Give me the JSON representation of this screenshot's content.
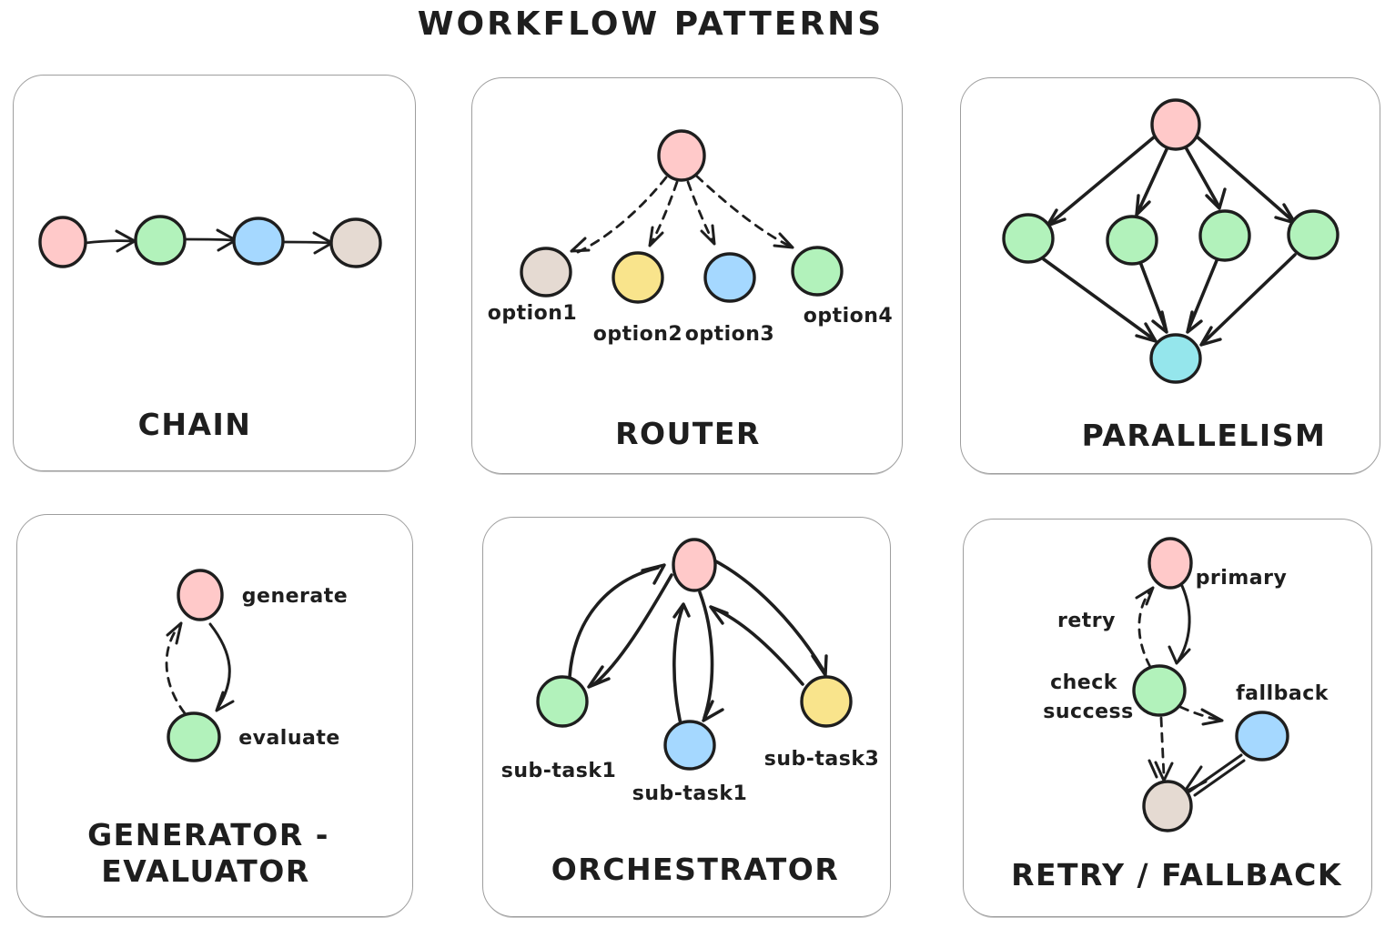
{
  "title": "WORKFLOW PATTERNS",
  "colors": {
    "pink": "#ffc9c9",
    "green": "#b2f2bb",
    "blue": "#a5d8ff",
    "beige": "#e5dad2",
    "yellow": "#f9e48c",
    "cyan": "#95e6ec",
    "ink": "#1e1e1e",
    "panel_border": "#9e9e9e"
  },
  "panels": [
    {
      "id": "chain",
      "caption": "CHAIN",
      "nodes": [
        {
          "id": "step1",
          "color": "pink"
        },
        {
          "id": "step2",
          "color": "green"
        },
        {
          "id": "step3",
          "color": "blue"
        },
        {
          "id": "step4",
          "color": "beige"
        }
      ],
      "edges": [
        {
          "from": "step1",
          "to": "step2",
          "style": "solid"
        },
        {
          "from": "step2",
          "to": "step3",
          "style": "solid"
        },
        {
          "from": "step3",
          "to": "step4",
          "style": "solid"
        }
      ]
    },
    {
      "id": "router",
      "caption": "ROUTER",
      "nodes": [
        {
          "id": "router",
          "color": "pink"
        },
        {
          "id": "option1",
          "label": "option1",
          "color": "beige"
        },
        {
          "id": "option2",
          "label": "option2",
          "color": "yellow"
        },
        {
          "id": "option3",
          "label": "option3",
          "color": "blue"
        },
        {
          "id": "option4",
          "label": "option4",
          "color": "green"
        }
      ],
      "edges": [
        {
          "from": "router",
          "to": "option1",
          "style": "dashed"
        },
        {
          "from": "router",
          "to": "option2",
          "style": "dashed"
        },
        {
          "from": "router",
          "to": "option3",
          "style": "dashed"
        },
        {
          "from": "router",
          "to": "option4",
          "style": "dashed"
        }
      ]
    },
    {
      "id": "parallelism",
      "caption": "PARALLELISM",
      "nodes": [
        {
          "id": "source",
          "color": "pink"
        },
        {
          "id": "worker1",
          "color": "green"
        },
        {
          "id": "worker2",
          "color": "green"
        },
        {
          "id": "worker3",
          "color": "green"
        },
        {
          "id": "worker4",
          "color": "green"
        },
        {
          "id": "aggregator",
          "color": "cyan"
        }
      ],
      "edges": [
        {
          "from": "source",
          "to": "worker1",
          "style": "solid"
        },
        {
          "from": "source",
          "to": "worker2",
          "style": "solid"
        },
        {
          "from": "source",
          "to": "worker3",
          "style": "solid"
        },
        {
          "from": "source",
          "to": "worker4",
          "style": "solid"
        },
        {
          "from": "worker1",
          "to": "aggregator",
          "style": "solid"
        },
        {
          "from": "worker2",
          "to": "aggregator",
          "style": "solid"
        },
        {
          "from": "worker3",
          "to": "aggregator",
          "style": "solid"
        },
        {
          "from": "worker4",
          "to": "aggregator",
          "style": "solid"
        }
      ]
    },
    {
      "id": "generator_evaluator",
      "caption_lines": [
        "GENERATOR -",
        "EVALUATOR"
      ],
      "nodes": [
        {
          "id": "generate",
          "label": "generate",
          "color": "pink"
        },
        {
          "id": "evaluate",
          "label": "evaluate",
          "color": "green"
        }
      ],
      "edges": [
        {
          "from": "generate",
          "to": "evaluate",
          "style": "solid"
        },
        {
          "from": "evaluate",
          "to": "generate",
          "style": "dashed"
        }
      ]
    },
    {
      "id": "orchestrator",
      "caption": "ORCHESTRATOR",
      "nodes": [
        {
          "id": "orchestrator",
          "color": "pink"
        },
        {
          "id": "subtask_left",
          "label": "sub-task1",
          "color": "green"
        },
        {
          "id": "subtask_center",
          "label": "sub-task1",
          "color": "blue"
        },
        {
          "id": "subtask_right",
          "label": "sub-task3",
          "color": "yellow"
        }
      ],
      "edges": [
        {
          "from": "subtask_left",
          "to": "orchestrator",
          "style": "solid"
        },
        {
          "from": "orchestrator",
          "to": "subtask_left",
          "style": "solid"
        },
        {
          "from": "subtask_center",
          "to": "orchestrator",
          "style": "solid"
        },
        {
          "from": "orchestrator",
          "to": "subtask_center",
          "style": "solid"
        },
        {
          "from": "orchestrator",
          "to": "subtask_right",
          "style": "solid"
        },
        {
          "from": "subtask_right",
          "to": "orchestrator",
          "style": "solid"
        }
      ]
    },
    {
      "id": "retry_fallback",
      "caption": "RETRY / FALLBACK",
      "nodes": [
        {
          "id": "primary",
          "label": "primary",
          "color": "pink"
        },
        {
          "id": "check_success",
          "label_line1": "check",
          "label_line2": "success",
          "color": "green"
        },
        {
          "id": "fallback",
          "label": "fallback",
          "color": "blue"
        },
        {
          "id": "result",
          "color": "beige"
        }
      ],
      "edges": [
        {
          "from": "primary",
          "to": "check_success",
          "style": "solid"
        },
        {
          "from": "check_success",
          "to": "primary",
          "style": "dashed",
          "label": "retry"
        },
        {
          "from": "check_success",
          "to": "fallback",
          "style": "dashed"
        },
        {
          "from": "check_success",
          "to": "result",
          "style": "dashed"
        },
        {
          "from": "fallback",
          "to": "result",
          "style": "solid"
        }
      ]
    }
  ]
}
